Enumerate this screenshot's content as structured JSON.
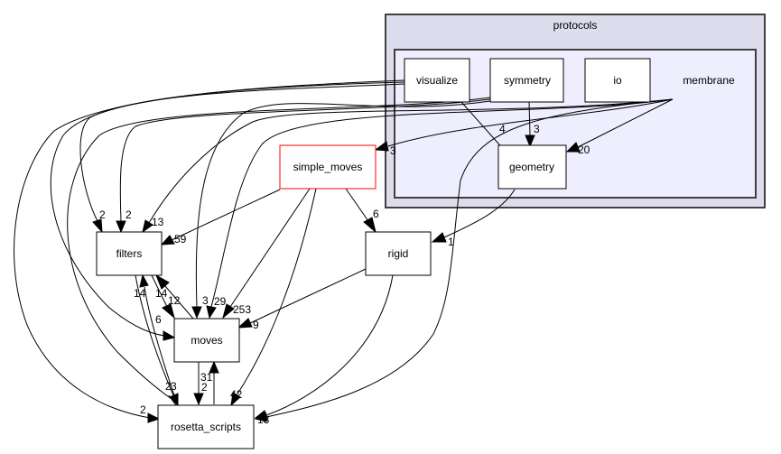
{
  "diagram": {
    "type": "directory-dependency-graph",
    "clusters": [
      {
        "id": "protocols",
        "label": "protocols",
        "fill": "#dddded",
        "stroke": "#404040"
      },
      {
        "id": "membrane",
        "label": "membrane",
        "fill": "#eeeeff",
        "stroke": "#404040"
      }
    ],
    "nodes": [
      {
        "id": "visualize",
        "label": "visualize",
        "cluster": "membrane"
      },
      {
        "id": "symmetry",
        "label": "symmetry",
        "cluster": "membrane"
      },
      {
        "id": "io",
        "label": "io",
        "cluster": "membrane"
      },
      {
        "id": "geometry",
        "label": "geometry",
        "cluster": "membrane"
      },
      {
        "id": "simple_moves",
        "label": "simple_moves",
        "highlight": true,
        "highlight_color": "#ff0000"
      },
      {
        "id": "filters",
        "label": "filters"
      },
      {
        "id": "rigid",
        "label": "rigid"
      },
      {
        "id": "moves",
        "label": "moves"
      },
      {
        "id": "rosetta_scripts",
        "label": "rosetta_scripts"
      }
    ],
    "edges": [
      {
        "from": "visualize",
        "to": "geometry",
        "label": "4"
      },
      {
        "from": "symmetry",
        "to": "geometry",
        "label": "3"
      },
      {
        "from": "membrane",
        "to": "geometry",
        "label": "20"
      },
      {
        "from": "membrane",
        "to": "simple_moves",
        "label": "3"
      },
      {
        "from": "geometry",
        "to": "rigid",
        "label": "1"
      },
      {
        "from": "simple_moves",
        "to": "rigid",
        "label": "6"
      },
      {
        "from": "simple_moves",
        "to": "filters",
        "label": "59"
      },
      {
        "from": "visualize",
        "to": "filters",
        "label": "2"
      },
      {
        "from": "symmetry",
        "to": "filters",
        "label": "2"
      },
      {
        "from": "membrane",
        "to": "filters",
        "label": "13"
      },
      {
        "from": "filters",
        "to": "moves",
        "label": "12"
      },
      {
        "from": "moves",
        "to": "filters",
        "label": "14"
      },
      {
        "from": "rosetta_scripts",
        "to": "filters",
        "label": "14"
      },
      {
        "from": "visualize",
        "to": "moves",
        "label": "6"
      },
      {
        "from": "symmetry",
        "to": "moves",
        "label": "3"
      },
      {
        "from": "membrane",
        "to": "moves",
        "label": "29"
      },
      {
        "from": "simple_moves",
        "to": "moves",
        "label": "253"
      },
      {
        "from": "rigid",
        "to": "moves",
        "label": "9"
      },
      {
        "from": "moves",
        "to": "rosetta_scripts",
        "label": "2"
      },
      {
        "from": "rosetta_scripts",
        "to": "moves",
        "label": "31"
      },
      {
        "from": "visualize",
        "to": "rosetta_scripts",
        "label": "2"
      },
      {
        "from": "symmetry",
        "to": "rosetta_scripts",
        "label": "2"
      },
      {
        "from": "filters",
        "to": "rosetta_scripts",
        "label": "3"
      },
      {
        "from": "simple_moves",
        "to": "rosetta_scripts",
        "label": "42"
      },
      {
        "from": "rigid",
        "to": "rosetta_scripts",
        "label": "1"
      },
      {
        "from": "membrane",
        "to": "rosetta_scripts",
        "label": "13"
      }
    ]
  }
}
